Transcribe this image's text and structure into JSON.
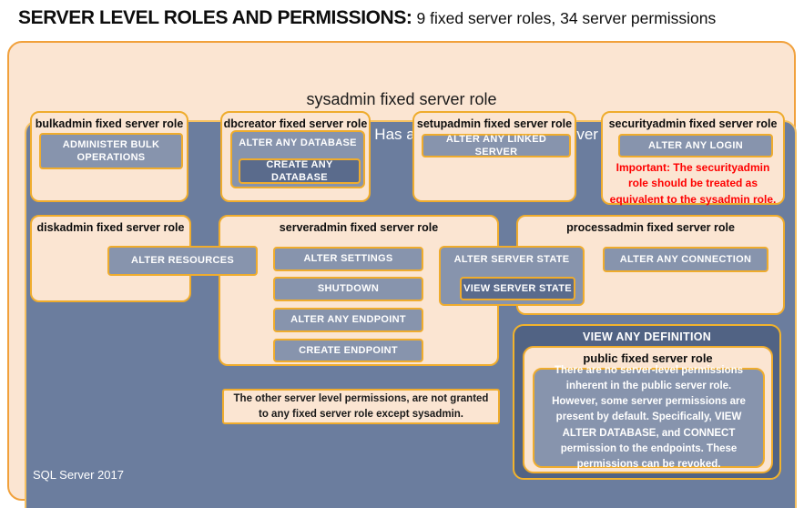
{
  "title": {
    "main": "SERVER LEVEL ROLES AND PERMISSIONS:",
    "sub": "9 fixed server roles, 34 server permissions"
  },
  "sysadmin": {
    "label": "sysadmin fixed server role"
  },
  "control_server": {
    "label": "CONTROL SERVER: Has all permissions in the server"
  },
  "roles": {
    "bulkadmin": {
      "label": "bulkadmin fixed server role",
      "permissions": {
        "administer_bulk_operations": "ADMINISTER BULK OPERATIONS"
      }
    },
    "dbcreator": {
      "label": "dbcreator fixed server role",
      "permissions": {
        "alter_any_database": "ALTER ANY DATABASE",
        "create_any_database": "CREATE ANY DATABASE"
      }
    },
    "setupadmin": {
      "label": "setupadmin fixed server role",
      "permissions": {
        "alter_any_linked_server": "ALTER ANY LINKED SERVER"
      }
    },
    "securityadmin": {
      "label": "securityadmin fixed server role",
      "permissions": {
        "alter_any_login": "ALTER ANY LOGIN"
      },
      "important_note": "Important: The securityadmin role should be treated as equivalent to the sysadmin role."
    },
    "diskadmin": {
      "label": "diskadmin fixed server role"
    },
    "serveradmin": {
      "label": "serveradmin fixed server role",
      "permissions": {
        "alter_settings": "ALTER SETTINGS",
        "shutdown": "SHUTDOWN",
        "alter_any_endpoint": "ALTER ANY ENDPOINT",
        "create_endpoint": "CREATE ENDPOINT"
      }
    },
    "processadmin": {
      "label": "processadmin fixed server role",
      "permissions": {
        "alter_any_connection": "ALTER ANY CONNECTION"
      }
    },
    "public": {
      "label": "public fixed server role",
      "note": "There are no server-level permissions inherent in the public server role. However, some server permissions are present by default. Specifically, VIEW ALTER DATABASE, and CONNECT permission to the endpoints. These permissions can be revoked."
    }
  },
  "shared_permissions": {
    "alter_resources": "ALTER RESOURCES",
    "alter_server_state": "ALTER SERVER STATE",
    "view_server_state": "VIEW SERVER STATE",
    "view_any_definition": "VIEW ANY DEFINITION"
  },
  "other_permissions_note": "The other server level permissions, are not granted to any fixed server role except sysadmin.",
  "footer": "SQL Server 2017",
  "colors": {
    "peach": "#FBE5D2",
    "slate": "#6B7D9E",
    "slate_dark": "#516384",
    "permission_fill": "#8794AD",
    "permission_fill_dark": "#5A6B8C",
    "border_gold": "#EFAC2D",
    "border_orange": "#F1A13C",
    "important_red": "#FE0000"
  }
}
